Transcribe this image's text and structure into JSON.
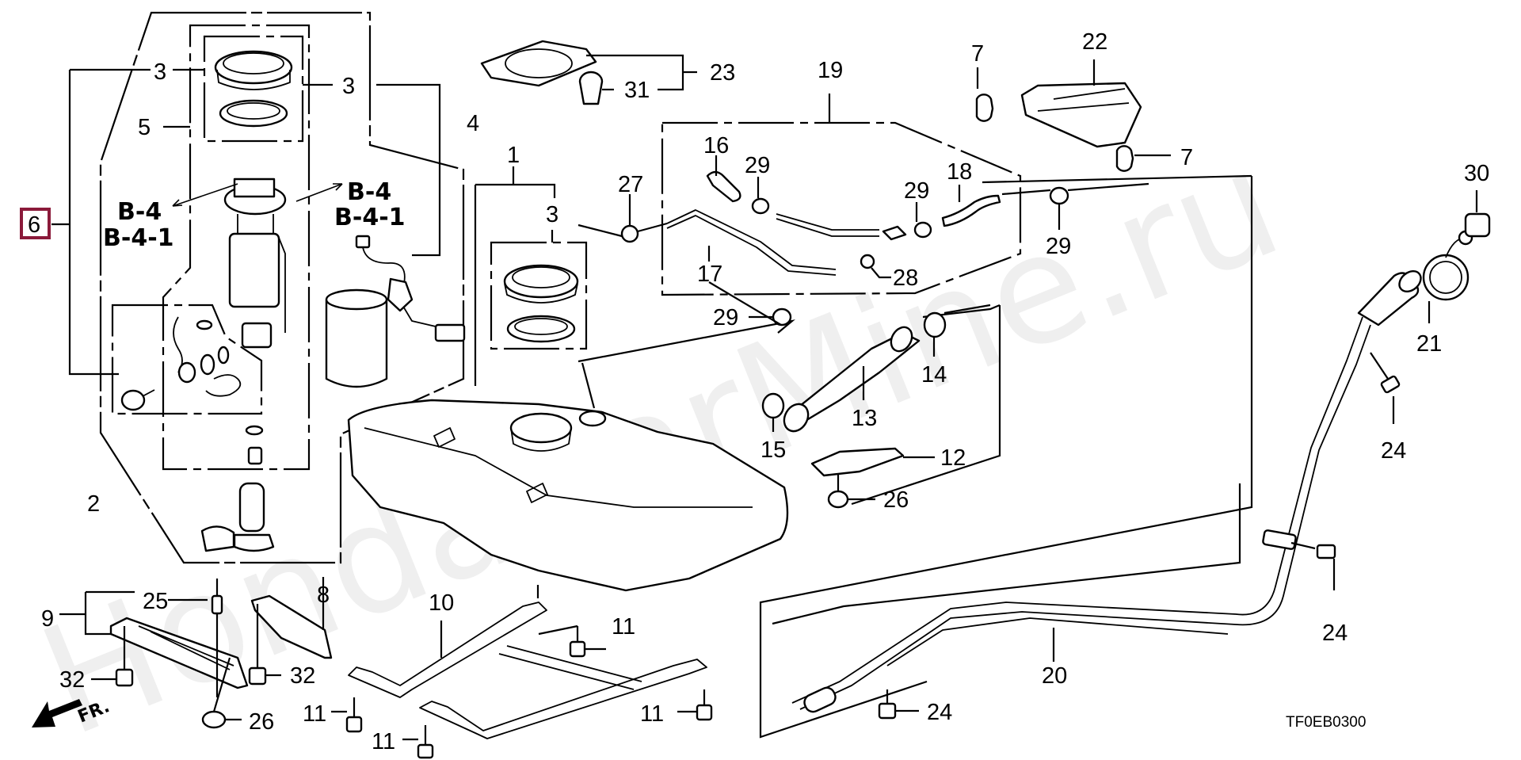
{
  "diagram": {
    "title": "Fuel tank parts diagram",
    "drawing_code": "TF0EB0300",
    "watermark": "HondaCarMine.ru",
    "direction_marker": "FR.",
    "highlight_color": "#8b1a3a",
    "highlighted_callout": "6",
    "reference_labels": {
      "left": [
        "B-4",
        "B-4-1"
      ],
      "right": [
        "B-4",
        "B-4-1"
      ]
    },
    "callouts": [
      {
        "id": "c1",
        "text": "1"
      },
      {
        "id": "c2",
        "text": "2"
      },
      {
        "id": "c3a",
        "text": "3"
      },
      {
        "id": "c3b",
        "text": "3"
      },
      {
        "id": "c3c",
        "text": "3"
      },
      {
        "id": "c4",
        "text": "4"
      },
      {
        "id": "c5",
        "text": "5"
      },
      {
        "id": "c6",
        "text": "6"
      },
      {
        "id": "c7a",
        "text": "7"
      },
      {
        "id": "c7b",
        "text": "7"
      },
      {
        "id": "c8",
        "text": "8"
      },
      {
        "id": "c9",
        "text": "9"
      },
      {
        "id": "c10",
        "text": "10"
      },
      {
        "id": "c11a",
        "text": "11"
      },
      {
        "id": "c11b",
        "text": "11"
      },
      {
        "id": "c11c",
        "text": "11"
      },
      {
        "id": "c11d",
        "text": "11"
      },
      {
        "id": "c12",
        "text": "12"
      },
      {
        "id": "c13",
        "text": "13"
      },
      {
        "id": "c14",
        "text": "14"
      },
      {
        "id": "c15",
        "text": "15"
      },
      {
        "id": "c16",
        "text": "16"
      },
      {
        "id": "c17",
        "text": "17"
      },
      {
        "id": "c18",
        "text": "18"
      },
      {
        "id": "c19",
        "text": "19"
      },
      {
        "id": "c20",
        "text": "20"
      },
      {
        "id": "c21",
        "text": "21"
      },
      {
        "id": "c22",
        "text": "22"
      },
      {
        "id": "c23",
        "text": "23"
      },
      {
        "id": "c24a",
        "text": "24"
      },
      {
        "id": "c24b",
        "text": "24"
      },
      {
        "id": "c24c",
        "text": "24"
      },
      {
        "id": "c25",
        "text": "25"
      },
      {
        "id": "c26a",
        "text": "26"
      },
      {
        "id": "c26b",
        "text": "26"
      },
      {
        "id": "c27",
        "text": "27"
      },
      {
        "id": "c28",
        "text": "28"
      },
      {
        "id": "c29a",
        "text": "29"
      },
      {
        "id": "c29b",
        "text": "29"
      },
      {
        "id": "c29c",
        "text": "29"
      },
      {
        "id": "c29d",
        "text": "29"
      },
      {
        "id": "c30",
        "text": "30"
      },
      {
        "id": "c31",
        "text": "31"
      },
      {
        "id": "c32a",
        "text": "32"
      },
      {
        "id": "c32b",
        "text": "32"
      }
    ]
  }
}
